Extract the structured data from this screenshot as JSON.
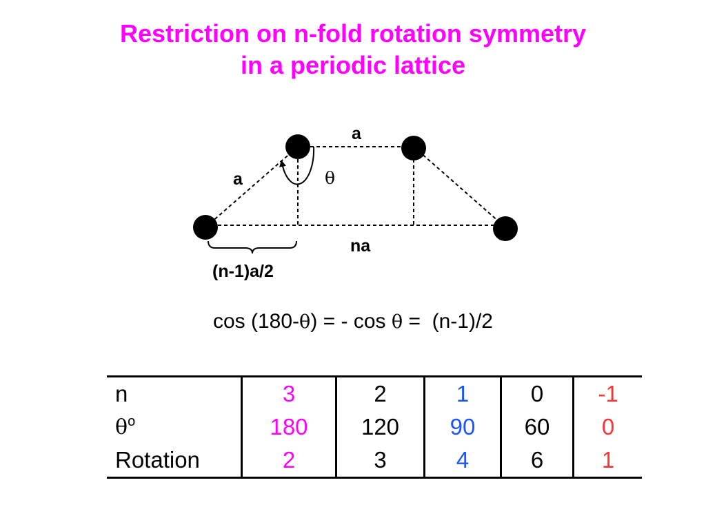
{
  "title": {
    "line1": "Restriction on n-fold rotation symmetry",
    "line2": "in a periodic lattice",
    "color": "#FF00FF"
  },
  "diagram": {
    "label_top_a": "a",
    "label_left_a": "a",
    "label_theta": "θ",
    "label_na": "na",
    "label_brace": "(n-1)a/2"
  },
  "equation": {
    "part1": "cos (180-",
    "theta1": "θ",
    "part2": ") = - cos ",
    "theta2": "θ",
    "part3": " =  (n-1)/2"
  },
  "table": {
    "row_labels": {
      "n": "n",
      "theta_symbol": "θ",
      "theta_degree": "o",
      "rotation": "Rotation"
    },
    "colors": {
      "magenta": "#FF00FF",
      "blue": "#1A55FF",
      "red": "#FF3333",
      "black": "#000000"
    },
    "columns": [
      {
        "n": "3",
        "theta": "180",
        "rotation": "2",
        "color": "#FF00FF"
      },
      {
        "n": "2",
        "theta": "120",
        "rotation": "3",
        "color": "#000000"
      },
      {
        "n": "1",
        "theta": "90",
        "rotation": "4",
        "color": "#1A55FF"
      },
      {
        "n": "0",
        "theta": "60",
        "rotation": "6",
        "color": "#000000"
      },
      {
        "n": "-1",
        "theta": "0",
        "rotation": "1",
        "color": "#FF3333"
      }
    ]
  }
}
